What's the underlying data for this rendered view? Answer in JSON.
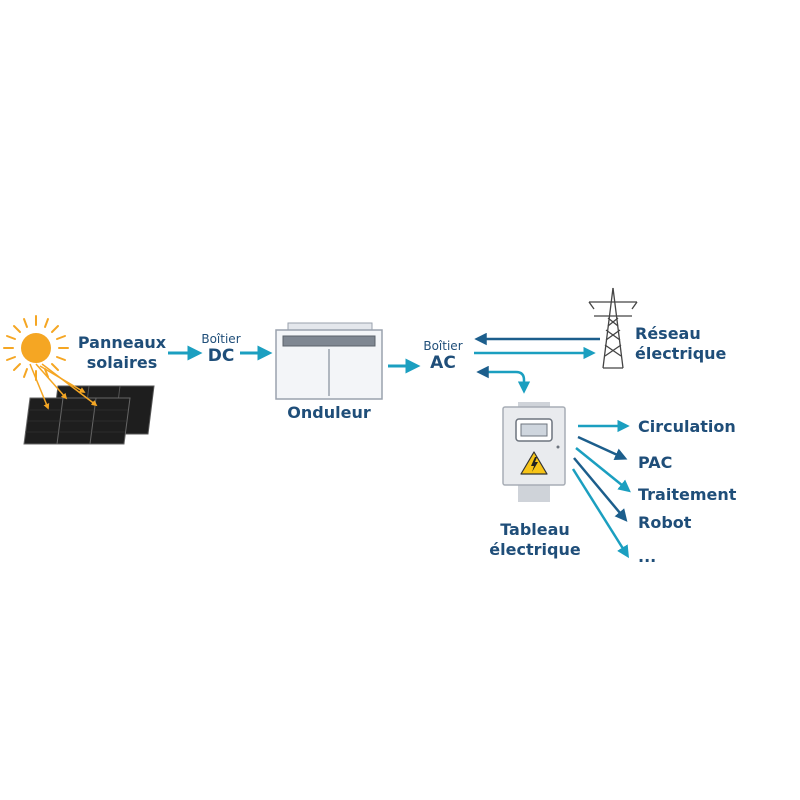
{
  "labels": {
    "panneaux_line1": "Panneaux",
    "panneaux_line2": "solaires",
    "boitier_dc_small": "Boîtier",
    "boitier_dc_big": "DC",
    "onduleur": "Onduleur",
    "boitier_ac_small": "Boîtier",
    "boitier_ac_big": "AC",
    "reseau_line1": "Réseau",
    "reseau_line2": "électrique",
    "tableau_line1": "Tableau",
    "tableau_line2": "électrique"
  },
  "outputs": [
    "Circulation",
    "PAC",
    "Traitement",
    "Robot",
    "..."
  ],
  "colors": {
    "text": "#1f4e79",
    "arrow_cyan": "#1b9fc0",
    "arrow_dark": "#1c5e8c",
    "sun": "#f5a623",
    "panel": "#1e1e1e",
    "box_grey": "#d9dde3"
  },
  "icons": {
    "sun": "sun-icon",
    "panels": "solar-panels-icon",
    "inverter": "inverter-icon",
    "pylon": "power-pylon-icon",
    "panel_box": "electrical-panel-icon",
    "hazard": "high-voltage-warning-icon"
  }
}
